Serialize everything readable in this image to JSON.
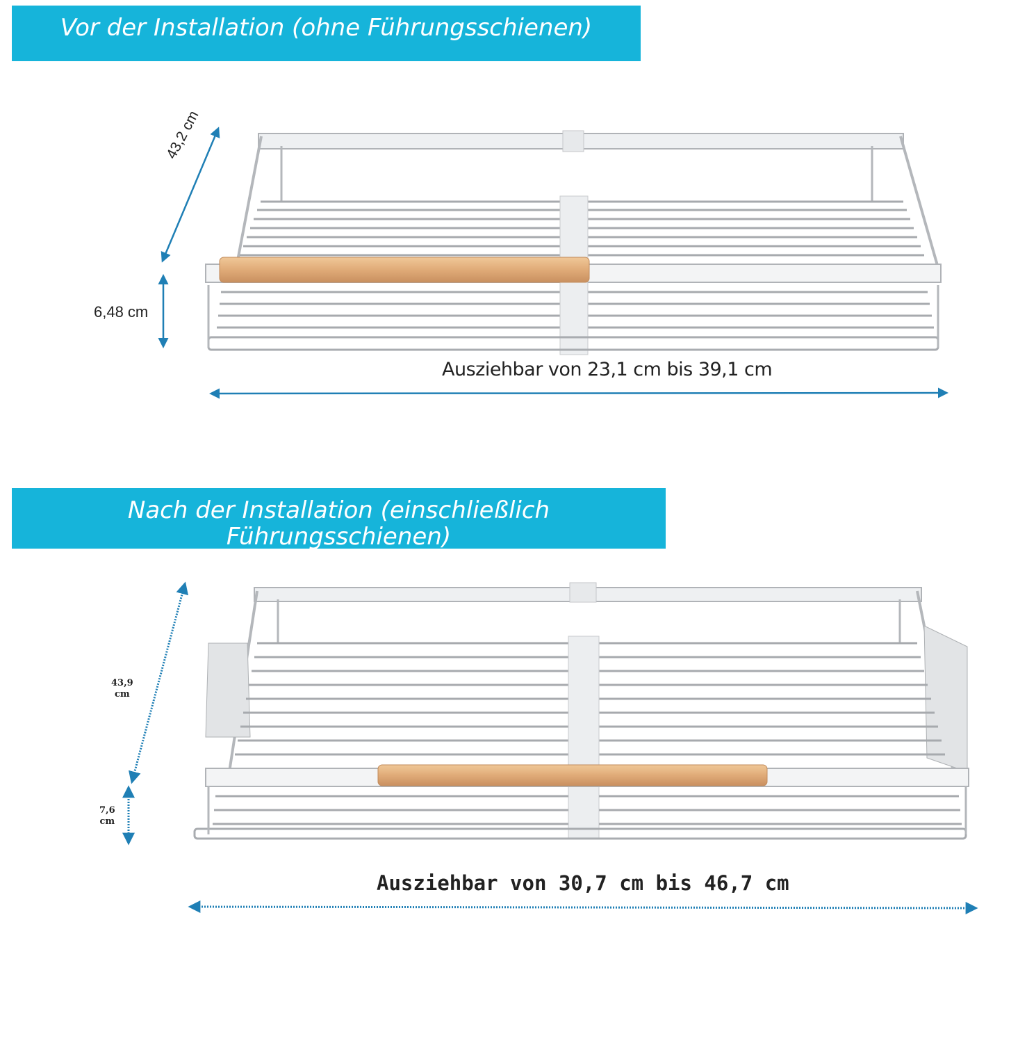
{
  "section_before": {
    "title": "Vor der Installation (ohne Führungsschienen)",
    "depth_label": "43,2 cm",
    "height_label": "6,48 cm",
    "width_caption": "Ausziehbar von 23,1 cm bis 39,1 cm"
  },
  "section_after": {
    "title_line1": "Nach der Installation (einschließlich",
    "title_line2": "Führungsschienen)",
    "depth_label_value": "43,9",
    "depth_label_unit": "cm",
    "height_label_value": "7,6",
    "height_label_unit": "cm",
    "width_caption": "Ausziehbar von 30,7 cm bis 46,7 cm"
  },
  "colors": {
    "banner": "#16b4da",
    "arrow": "#1f7fb5",
    "wood": "#e2b07f",
    "metal": "#b9bcc0"
  }
}
